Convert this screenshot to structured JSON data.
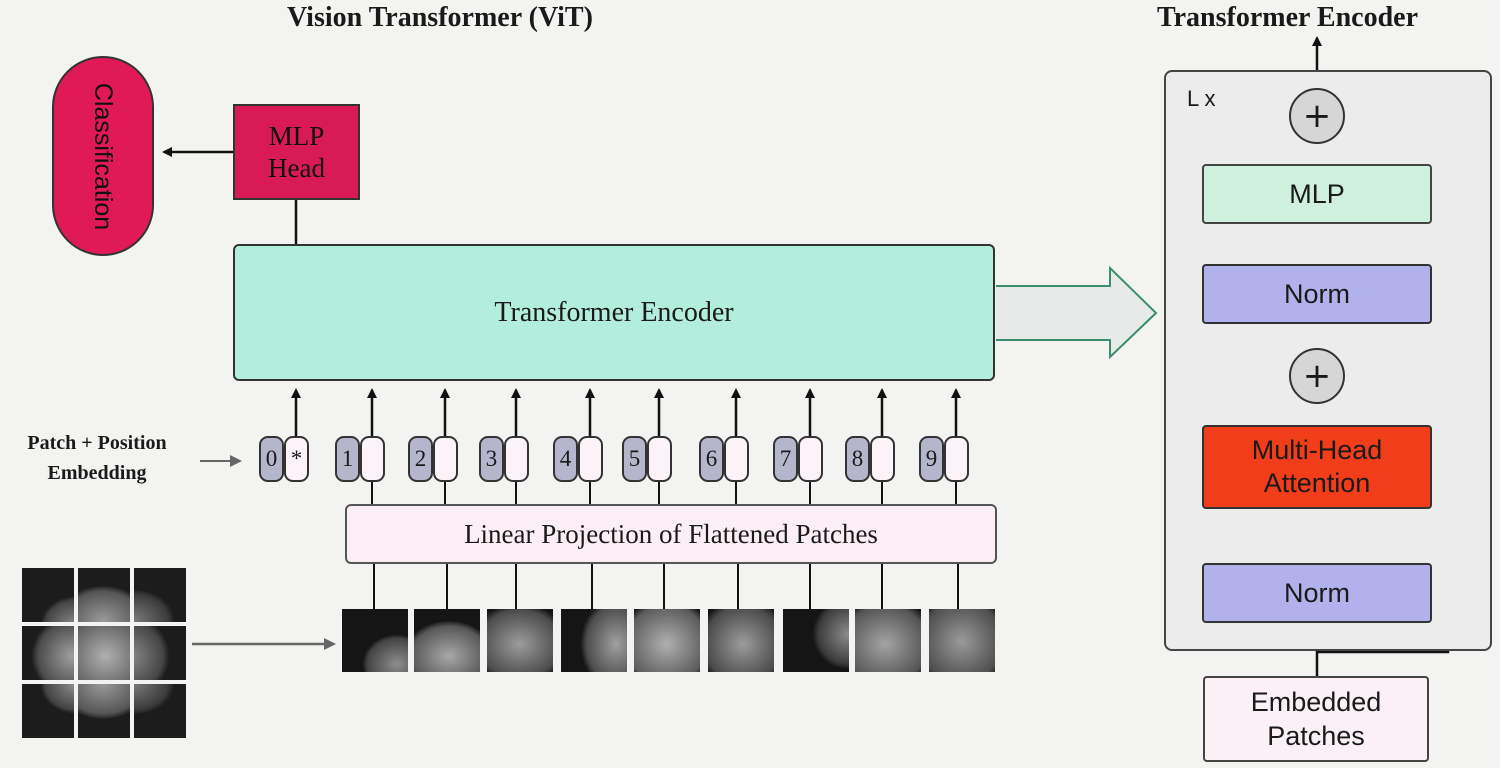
{
  "titles": {
    "main": "Vision Transformer (ViT)",
    "side": "Transformer Encoder"
  },
  "vit": {
    "classification": "Classification",
    "mlp_head_line1": "MLP",
    "mlp_head_line2": "Head",
    "encoder": "Transformer Encoder",
    "embedding_label_line1": "Patch + Position",
    "embedding_label_line2": "Embedding",
    "tokens": [
      "0",
      "1",
      "2",
      "3",
      "4",
      "5",
      "6",
      "7",
      "8",
      "9"
    ],
    "class_token_symbol": "*",
    "linear_projection": "Linear Projection of Flattened Patches"
  },
  "encoder_block": {
    "repeat": "L x",
    "mlp": "MLP",
    "norm_top": "Norm",
    "plus_symbol": "+",
    "attention_line1": "Multi-Head",
    "attention_line2": "Attention",
    "norm_bottom": "Norm",
    "input_line1": "Embedded",
    "input_line2": "Patches"
  },
  "colors": {
    "mlp_head": "#d81b57",
    "classification": "#e01957",
    "encoder": "#b2eedb",
    "linear_projection": "#fbeef5",
    "token_number": "#b5b6cc",
    "mlp": "#cfefdf",
    "norm": "#b1b2ec",
    "attention": "#f23d1b"
  }
}
